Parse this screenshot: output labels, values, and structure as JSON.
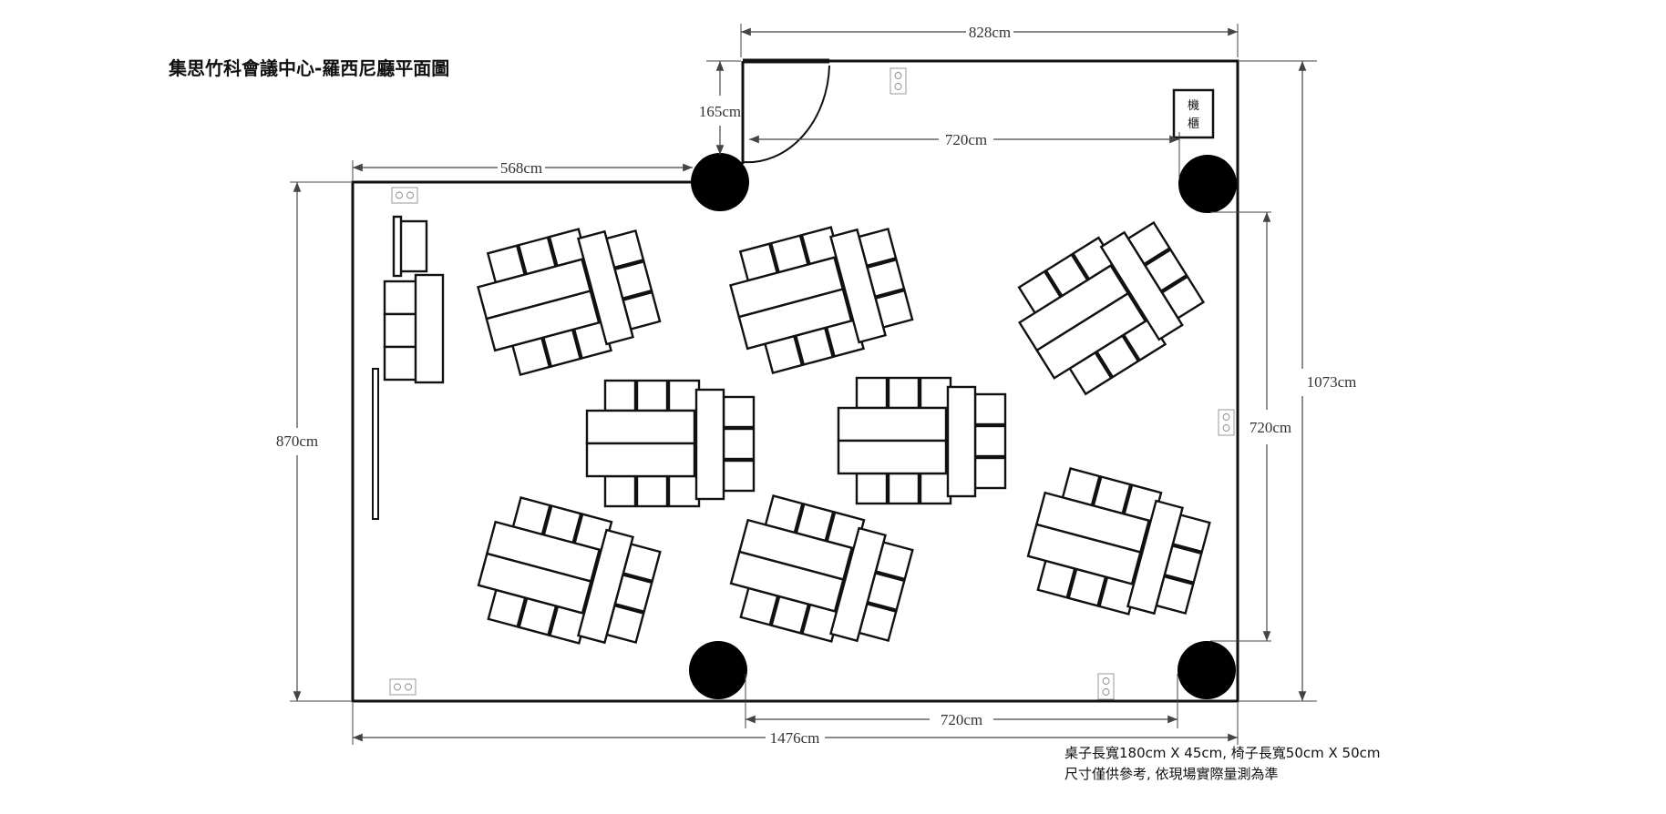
{
  "title": "集思竹科會議中心-羅西尼廳平面圖",
  "dimensions": {
    "top_width": "828cm",
    "door_offset": "165cm",
    "pillar_span_top": "720cm",
    "left_wall_segment": "568cm",
    "left_height": "870cm",
    "total_height": "1073cm",
    "pillar_span_right": "720cm",
    "pillar_span_bottom": "720cm",
    "total_width": "1476cm"
  },
  "cabinet": {
    "line1": "機",
    "line2": "櫃"
  },
  "notes": {
    "line1": "桌子長寬180cm X 45cm, 椅子長寬50cm X 50cm",
    "line2": "尺寸僅供參考, 依現場實際量測為準"
  },
  "layout": {
    "tables": 8,
    "pillars": 4,
    "outlets": 5
  }
}
